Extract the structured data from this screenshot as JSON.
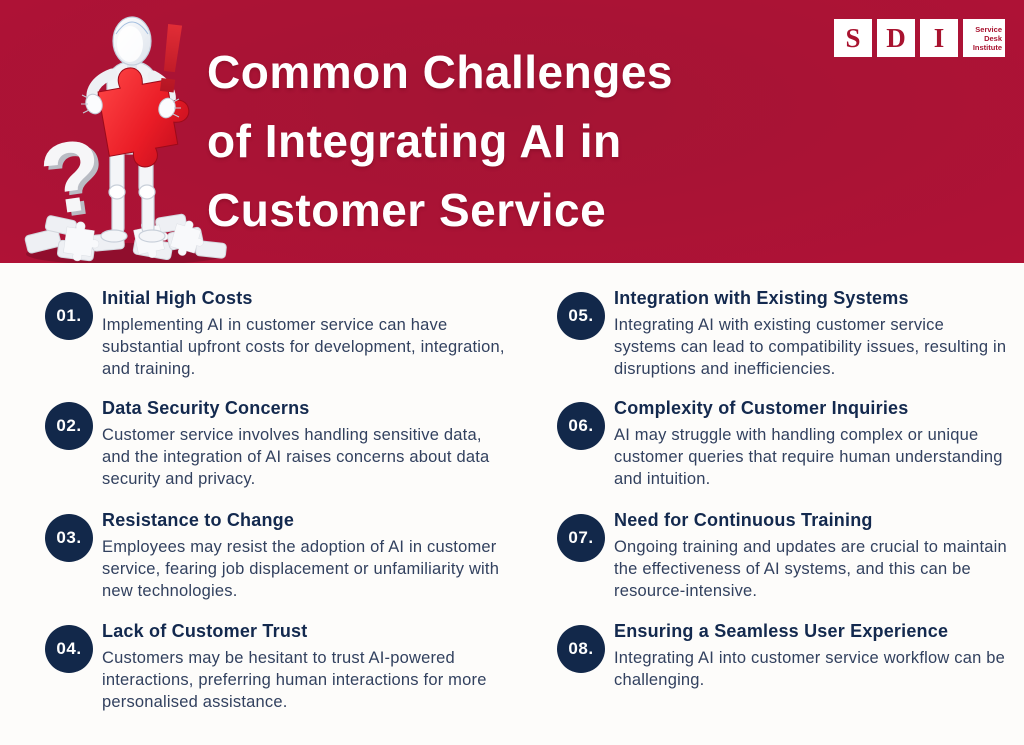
{
  "banner": {
    "title_lines": [
      "Common Challenges",
      "of Integrating AI in",
      "Customer Service"
    ],
    "logo": {
      "letters": [
        "S",
        "D",
        "I"
      ],
      "tagline_lines": [
        "Service",
        "Desk",
        "Institute"
      ]
    }
  },
  "icons": {
    "robot": "robot-icon",
    "question_mark": "question-mark-icon",
    "exclamation": "exclamation-icon",
    "red_puzzle": "puzzle-piece-icon",
    "puzzle_pile": "puzzle-pile-icon",
    "logo": "sdi-logo"
  },
  "colors": {
    "banner_red_edge": "#c01338",
    "banner_red_center": "#a41434",
    "navy_badge": "#12284a",
    "heading_navy": "#13294e",
    "body_text": "#32415f",
    "background": "#fdfcfa",
    "logo_red": "#a8132f",
    "puzzle_red": "#e8212b"
  },
  "items": [
    {
      "number": "01.",
      "title": "Initial High Costs",
      "body": "Implementing AI in customer service can have substantial upfront costs for development, integration, and training."
    },
    {
      "number": "02.",
      "title": "Data Security Concerns",
      "body": "Customer service involves handling sensitive data, and the integration of AI raises concerns about data security and privacy."
    },
    {
      "number": "03.",
      "title": "Resistance to Change",
      "body": "Employees may resist the adoption of AI in customer service, fearing job displacement or unfamiliarity with new technologies."
    },
    {
      "number": "04.",
      "title": "Lack of Customer Trust",
      "body": "Customers may be hesitant to trust AI-powered interactions, preferring human interactions for more personalised assistance."
    },
    {
      "number": "05.",
      "title": "Integration with Existing Systems",
      "body": "Integrating AI with existing customer service systems can lead to compatibility issues, resulting in disruptions and inefficiencies."
    },
    {
      "number": "06.",
      "title": "Complexity of Customer Inquiries",
      "body": "AI may struggle with handling complex or unique customer queries that require human understanding and intuition."
    },
    {
      "number": "07.",
      "title": "Need for Continuous Training",
      "body": "Ongoing training and updates are crucial to maintain the effectiveness of AI systems, and this can be resource-intensive."
    },
    {
      "number": "08.",
      "title": "Ensuring a Seamless User Experience",
      "body": "Integrating AI into customer service workflow can be challenging."
    }
  ]
}
